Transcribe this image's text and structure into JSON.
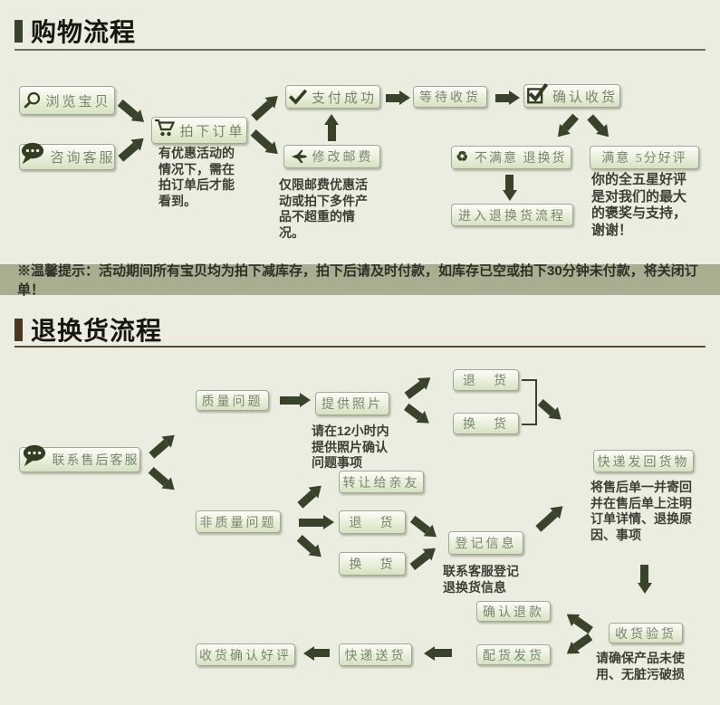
{
  "section1": {
    "title": "购物流程",
    "nodes": {
      "browse": "浏览宝贝",
      "consult": "咨询客服",
      "order": "拍下订单",
      "pay": "支付成功",
      "wait": "等待收货",
      "confirm": "确认收货",
      "postage": "修改邮费",
      "unsatisfied": "不满意 退换货",
      "satisfied": "满意 5分好评",
      "enter_return": "进入退换货流程"
    },
    "notes": {
      "order": "有优惠活动的情况下，需在拍订单后才能看到。",
      "postage": "仅限邮费优惠活动或拍下多件产品不超重的情况。",
      "satisfied": "你的全五星好评是对我们的最大的褒奖与支持，谢谢！"
    }
  },
  "notice": {
    "text": "※温馨提示：活动期间所有宝贝均为拍下减库存，拍下后请及时付款，如库存已空或拍下30分钟未付款，将关闭订单！"
  },
  "section2": {
    "title": "退换货流程",
    "nodes": {
      "contact": "联系售后客服",
      "quality": "质量问题",
      "photos": "提供照片",
      "return_q": "退　货",
      "exchange_q": "换　货",
      "transfer": "转让给亲友",
      "nonquality": "非质量问题",
      "return_n": "退　货",
      "exchange_n": "换　货",
      "register": "登记信息",
      "ship_back": "快递发回货物",
      "refund": "确认退款",
      "inspect": "收货验货",
      "dispatch": "配货发货",
      "delivery": "快递送货",
      "receive_review": "收货确认好评"
    },
    "notes": {
      "photos": "请在12小时内提供照片确认问题事项",
      "register": "联系客服登记退换货信息",
      "ship_back": "将售后单一并寄回并在售后单上注明订单详情、退换原因、事项",
      "inspect": "请确保产品未使用、无脏污破损"
    }
  },
  "icons": {
    "magnifier": "svg-magnifier",
    "speech_bubble": "svg-speech-bubble",
    "cart": "svg-shopping-cart",
    "check": "svg-checkmark",
    "checkbox_check": "svg-checked-box",
    "airplane": "svg-airplane-left",
    "recycle": "♻"
  },
  "colors": {
    "background": "#ecede1",
    "notice_bg": "#a9ae90",
    "button_border": "#a2a896",
    "button_text": "#78866d",
    "arrow": "#39432a",
    "accent_section1": "#39422a",
    "accent_section2": "#4a3621"
  }
}
